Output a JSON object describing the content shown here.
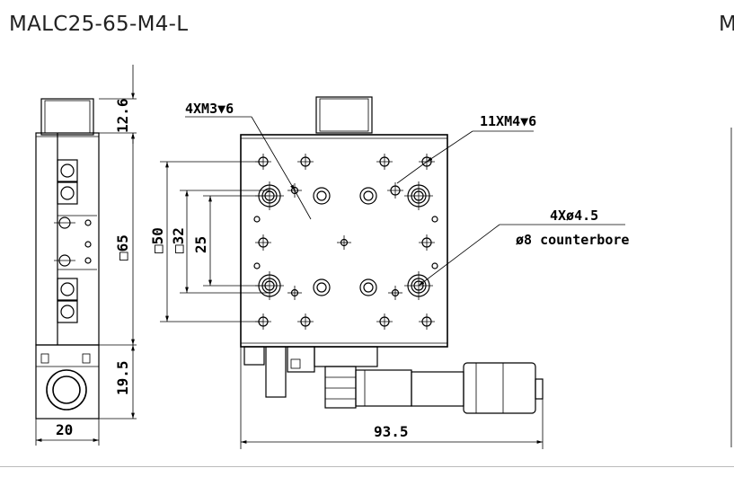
{
  "title": "MALC25-65-M4-L",
  "title_cut": "M",
  "side_dims": {
    "top": "12.6",
    "height": "□65",
    "bottom": "19.5",
    "width": "20"
  },
  "front_dims": {
    "d50": "□50",
    "d32": "□32",
    "d25": "25",
    "width": "93.5"
  },
  "callouts": {
    "m3": "4XM3▼6",
    "m4": "11XM4▼6",
    "holes": "4Xø4.5",
    "counterbore": "ø8 counterbore"
  }
}
